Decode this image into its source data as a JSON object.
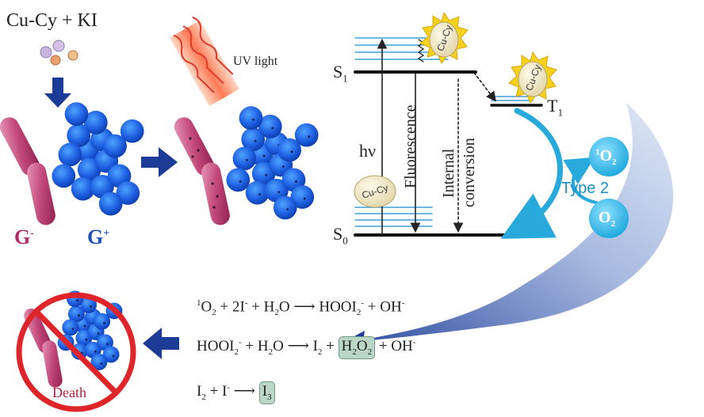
{
  "title": "Cu-Cy + KI",
  "uv_label": "UV light",
  "bacteria": {
    "gram_negative": "G",
    "gram_negative_sup": "-",
    "gram_positive": "G",
    "gram_positive_sup": "+"
  },
  "jablonski": {
    "s1": "S",
    "s1_sub": "1",
    "s0": "S",
    "s0_sub": "0",
    "t1": "T",
    "t1_sub": "1",
    "hv": "hν",
    "fluorescence": "Fluorescence",
    "internal_line1": "Internal",
    "internal_line2": "conversion",
    "badge": "Cu-Cy"
  },
  "type2": "Type 2",
  "singlet_oxygen": {
    "sup": "1",
    "text": "O",
    "sub": "2"
  },
  "oxygen": {
    "text": "O",
    "sub": "2"
  },
  "equations": {
    "eq1": {
      "a_sup": "1",
      "a": "O",
      "a_sub": "2",
      "b": " + 2I",
      "b_sup": "-",
      "c": " + H",
      "c_sub": "2",
      "d": "O ⟶ HOOI",
      "d_sub": "2",
      "d_sup": "-",
      "e": " + OH",
      "e_sup": "-"
    },
    "eq2": {
      "a": "HOOI",
      "a_sub": "2",
      "a_sup": "-",
      "b": " + H",
      "b_sub": "2",
      "c": "O ⟶ I",
      "c_sub": "2",
      "d": " + ",
      "hl": "H",
      "hl_sub": "2",
      "hl2": "O",
      "hl2_sub": "2",
      "e": " + OH",
      "e_sup": "-"
    },
    "eq3": {
      "a": "I",
      "a_sub": "2",
      "b": " + I",
      "b_sup": "-",
      "c": " ⟶ ",
      "hl": "I",
      "hl_sub": "3"
    }
  },
  "death_label": "Death",
  "colors": {
    "accent_blue": "#1a4fb5",
    "magenta": "#b02b6a",
    "cyan": "#27a9dc",
    "red": "#e0252a"
  }
}
